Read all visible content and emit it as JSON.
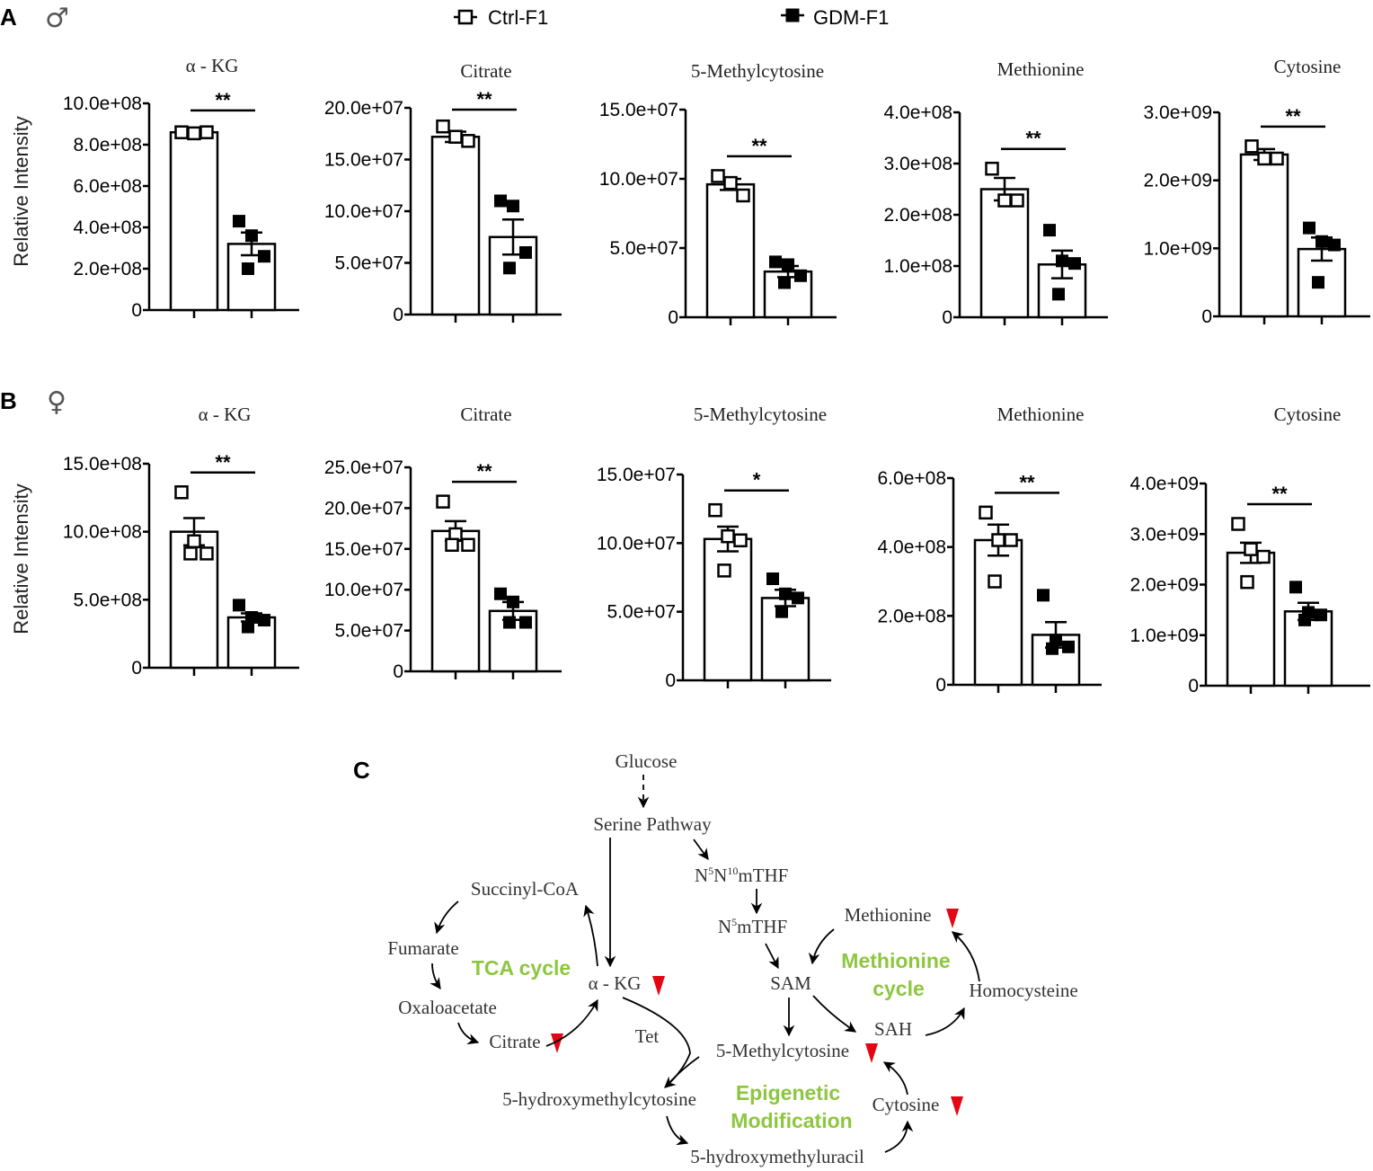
{
  "panels": [
    {
      "letter": "A",
      "sex": "♂"
    },
    {
      "letter": "B",
      "sex": "♀"
    },
    {
      "letter": "C"
    }
  ],
  "legend": {
    "ctrl_label": "Ctrl-F1",
    "gdm_label": "GDM-F1"
  },
  "ylabel": "Relative Intensity",
  "chart_data": [
    {
      "type": "bar",
      "panel": "A",
      "title": "α - KG",
      "ylim": [
        0,
        1000000000
      ],
      "yticks": [
        0,
        200000000,
        400000000,
        600000000,
        800000000,
        1000000000
      ],
      "ytick_labels": [
        "0",
        "2.0e+08",
        "4.0e+08",
        "6.0e+08",
        "8.0e+08",
        "10.0e+08"
      ],
      "categories": [
        "Ctrl-F1",
        "GDM-F1"
      ],
      "values": [
        860000000,
        320000000
      ],
      "sem": [
        10000000,
        55000000
      ],
      "points": [
        [
          860000000,
          855000000,
          860000000
        ],
        [
          430000000,
          360000000,
          260000000,
          200000000
        ]
      ],
      "significance": "**"
    },
    {
      "type": "bar",
      "panel": "A",
      "title": "Citrate",
      "ylim": [
        0,
        200000000
      ],
      "yticks": [
        0,
        50000000,
        100000000,
        150000000,
        200000000
      ],
      "ytick_labels": [
        "0",
        "5.0e+07",
        "10.0e+07",
        "15.0e+07",
        "20.0e+07"
      ],
      "categories": [
        "Ctrl-F1",
        "GDM-F1"
      ],
      "values": [
        172000000,
        75000000
      ],
      "sem": [
        5000000,
        17000000
      ],
      "points": [
        [
          182000000,
          172000000,
          168000000
        ],
        [
          110000000,
          105000000,
          60000000,
          45000000
        ]
      ],
      "significance": "**"
    },
    {
      "type": "bar",
      "panel": "A",
      "title": "5-Methylcytosine",
      "ylim": [
        0,
        150000000
      ],
      "yticks": [
        0,
        50000000,
        100000000,
        150000000
      ],
      "ytick_labels": [
        "0",
        "5.0e+07",
        "10.0e+07",
        "15.0e+07"
      ],
      "categories": [
        "Ctrl-F1",
        "GDM-F1"
      ],
      "values": [
        96000000,
        33000000
      ],
      "sem": [
        4000000,
        4000000
      ],
      "points": [
        [
          102000000,
          97000000,
          88000000
        ],
        [
          40000000,
          38000000,
          30000000,
          25000000
        ]
      ],
      "significance": "**"
    },
    {
      "type": "bar",
      "panel": "A",
      "title": "Methionine",
      "ylim": [
        0,
        400000000
      ],
      "yticks": [
        0,
        100000000,
        200000000,
        300000000,
        400000000
      ],
      "ytick_labels": [
        "0",
        "1.0e+08",
        "2.0e+08",
        "3.0e+08",
        "4.0e+08"
      ],
      "categories": [
        "Ctrl-F1",
        "GDM-F1"
      ],
      "values": [
        250000000,
        103000000
      ],
      "sem": [
        22000000,
        27000000
      ],
      "points": [
        [
          290000000,
          228000000,
          228000000
        ],
        [
          170000000,
          110000000,
          105000000,
          45000000
        ]
      ],
      "significance": "**"
    },
    {
      "type": "bar",
      "panel": "A",
      "title": "Cytosine",
      "ylim": [
        0,
        3000000000
      ],
      "yticks": [
        0,
        1000000000,
        2000000000,
        3000000000
      ],
      "ytick_labels": [
        "0",
        "1.0e+09",
        "2.0e+09",
        "3.0e+09"
      ],
      "categories": [
        "Ctrl-F1",
        "GDM-F1"
      ],
      "values": [
        2380000000,
        990000000
      ],
      "sem": [
        80000000,
        170000000
      ],
      "points": [
        [
          2500000000,
          2320000000,
          2320000000
        ],
        [
          1300000000,
          1100000000,
          1050000000,
          500000000
        ]
      ],
      "significance": "**"
    },
    {
      "type": "bar",
      "panel": "B",
      "title": "α - KG",
      "ylim": [
        0,
        1500000000
      ],
      "yticks": [
        0,
        500000000,
        1000000000,
        1500000000
      ],
      "ytick_labels": [
        "0",
        "5.0e+08",
        "10.0e+08",
        "15.0e+08"
      ],
      "categories": [
        "Ctrl-F1",
        "GDM-F1"
      ],
      "values": [
        1000000000,
        370000000
      ],
      "sem": [
        100000000,
        30000000
      ],
      "points": [
        [
          1290000000,
          930000000,
          840000000,
          840000000
        ],
        [
          460000000,
          370000000,
          350000000,
          300000000
        ]
      ],
      "significance": "**"
    },
    {
      "type": "bar",
      "panel": "B",
      "title": "Citrate",
      "ylim": [
        0,
        250000000
      ],
      "yticks": [
        0,
        50000000,
        100000000,
        150000000,
        200000000,
        250000000
      ],
      "ytick_labels": [
        "0",
        "5.0e+07",
        "10.0e+07",
        "15.0e+07",
        "20.0e+07",
        "25.0e+07"
      ],
      "categories": [
        "Ctrl-F1",
        "GDM-F1"
      ],
      "values": [
        172000000,
        74000000
      ],
      "sem": [
        12000000,
        11000000
      ],
      "points": [
        [
          208000000,
          168000000,
          155000000,
          155000000
        ],
        [
          95000000,
          85000000,
          60000000,
          60000000
        ]
      ],
      "significance": "**"
    },
    {
      "type": "bar",
      "panel": "B",
      "title": "5-Methylcytosine",
      "ylim": [
        0,
        150000000
      ],
      "yticks": [
        0,
        50000000,
        100000000,
        150000000
      ],
      "ytick_labels": [
        "0",
        "5.0e+07",
        "10.0e+07",
        "15.0e+07"
      ],
      "categories": [
        "Ctrl-F1",
        "GDM-F1"
      ],
      "values": [
        103000000,
        60000000
      ],
      "sem": [
        9000000,
        6000000
      ],
      "points": [
        [
          124000000,
          105000000,
          102000000,
          80000000
        ],
        [
          74000000,
          63000000,
          60000000,
          50000000
        ]
      ],
      "significance": "*"
    },
    {
      "type": "bar",
      "panel": "B",
      "title": "Methionine",
      "ylim": [
        0,
        600000000
      ],
      "yticks": [
        0,
        200000000,
        400000000,
        600000000
      ],
      "ytick_labels": [
        "0",
        "2.0e+08",
        "4.0e+08",
        "6.0e+08"
      ],
      "categories": [
        "Ctrl-F1",
        "GDM-F1"
      ],
      "values": [
        420000000,
        145000000
      ],
      "sem": [
        45000000,
        37000000
      ],
      "points": [
        [
          500000000,
          420000000,
          420000000,
          300000000
        ],
        [
          260000000,
          130000000,
          110000000,
          105000000
        ]
      ],
      "significance": "**"
    },
    {
      "type": "bar",
      "panel": "B",
      "title": "Cytosine",
      "ylim": [
        0,
        4000000000
      ],
      "yticks": [
        0,
        1000000000,
        2000000000,
        3000000000,
        4000000000
      ],
      "ytick_labels": [
        "0",
        "1.0e+09",
        "2.0e+09",
        "3.0e+09",
        "4.0e+09"
      ],
      "categories": [
        "Ctrl-F1",
        "GDM-F1"
      ],
      "values": [
        2630000000,
        1470000000
      ],
      "sem": [
        200000000,
        170000000
      ],
      "points": [
        [
          3200000000,
          2700000000,
          2550000000,
          2050000000
        ],
        [
          1950000000,
          1450000000,
          1400000000,
          1300000000
        ]
      ],
      "significance": "**"
    }
  ],
  "diagram": {
    "nodes": {
      "glucose": "Glucose",
      "serine_pathway": "Serine Pathway",
      "mthf_n5": "N",
      "mthf_sup5": "5",
      "mthf_n10": "N",
      "mthf_sup10": "10",
      "mthf_rest": "mTHF",
      "n5mthf_n": "N",
      "n5mthf_sup": "5",
      "n5mthf_rest": "mTHF",
      "succinyl_coa": "Succinyl-CoA",
      "fumarate": "Fumarate",
      "oxaloacetate": "Oxaloacetate",
      "citrate": "Citrate",
      "akg": "α - KG",
      "methionine": "Methionine",
      "sam": "SAM",
      "sah": "SAH",
      "homocysteine": "Homocysteine",
      "tet": "Tet",
      "methylcytosine": "5-Methylcytosine",
      "hydroxymethylcytosine": "5-hydroxymethylcytosine",
      "hydroxymethyluracil": "5-hydroxymethyluracil",
      "cytosine": "Cytosine"
    },
    "cycles": {
      "tca": "TCA cycle",
      "methionine_1": "Methionine",
      "methionine_2": "cycle",
      "epigenetic_1": "Epigenetic",
      "epigenetic_2": "Modification"
    },
    "colors": {
      "cycle_label": "#8dc63f",
      "decrease_marker": "#e30613"
    }
  }
}
